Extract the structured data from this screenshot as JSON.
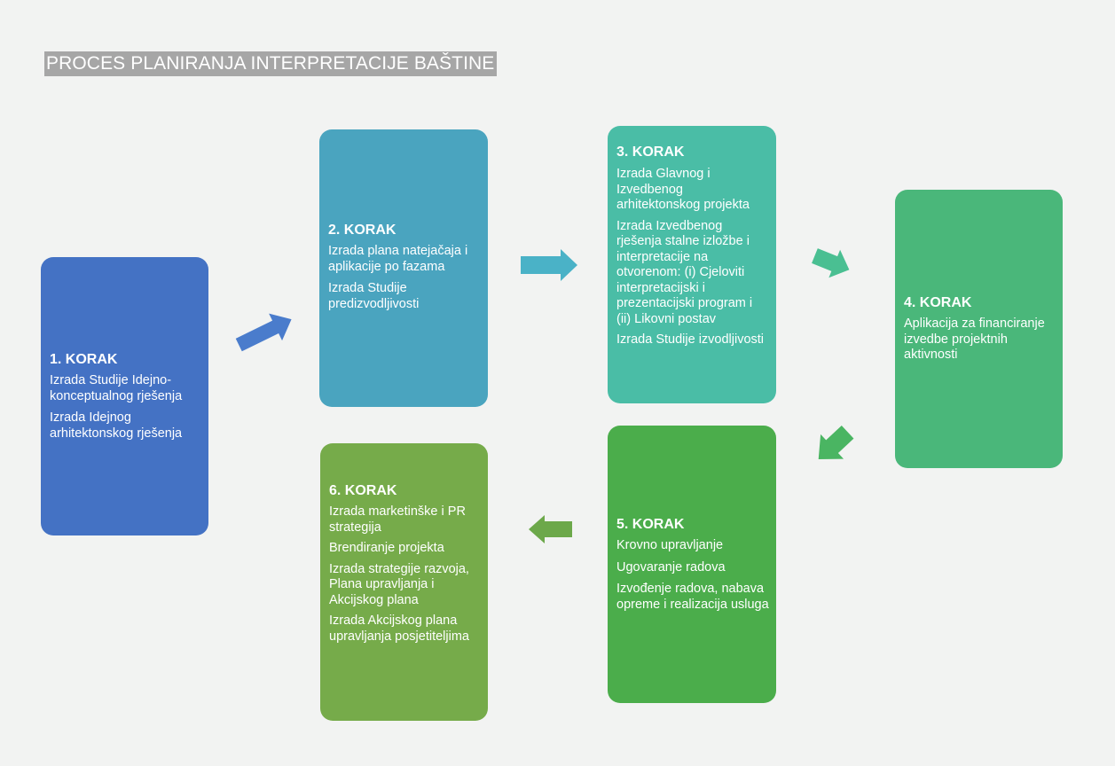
{
  "title": "PROCES PLANIRANJA INTERPRETACIJE BAŠTINE",
  "colors": {
    "step1": "#4472c4",
    "step2": "#4aa4bf",
    "step3": "#4abda6",
    "step4": "#4ab77a",
    "step5": "#4bad4b",
    "step6": "#76ab4a"
  },
  "steps": [
    {
      "heading": "1. KORAK",
      "items": [
        "Izrada Studije Idejno-konceptualnog rješenja",
        "Izrada Idejnog arhitektonskog rješenja"
      ]
    },
    {
      "heading": "2. KORAK",
      "items": [
        "Izrada plana natejačaja i aplikacije po fazama",
        "Izrada Studije predizvodljivosti"
      ]
    },
    {
      "heading": "3. KORAK",
      "items": [
        "Izrada Glavnog i Izvedbenog arhitektonskog projekta",
        "Izrada Izvedbenog rješenja stalne izložbe i interpretacije na otvorenom: (i) Cjeloviti interpretacijski i prezentacijski program i (ii) Likovni postav",
        "Izrada Studije izvodljivosti"
      ]
    },
    {
      "heading": "4. KORAK",
      "items": [
        "Aplikacija za financiranje izvedbe projektnih aktivnosti"
      ]
    },
    {
      "heading": "5. KORAK",
      "items": [
        "Krovno upravljanje",
        "Ugovaranje radova",
        "Izvođenje radova, nabava opreme i realizacija usluga"
      ]
    },
    {
      "heading": "6. KORAK",
      "items": [
        "Izrada marketinške i PR strategija",
        "Brendiranje projekta",
        "Izrada strategije razvoja, Plana upravljanja i Akcijskog plana",
        "Izrada Akcijskog plana upravljanja posjetiteljima"
      ]
    }
  ]
}
